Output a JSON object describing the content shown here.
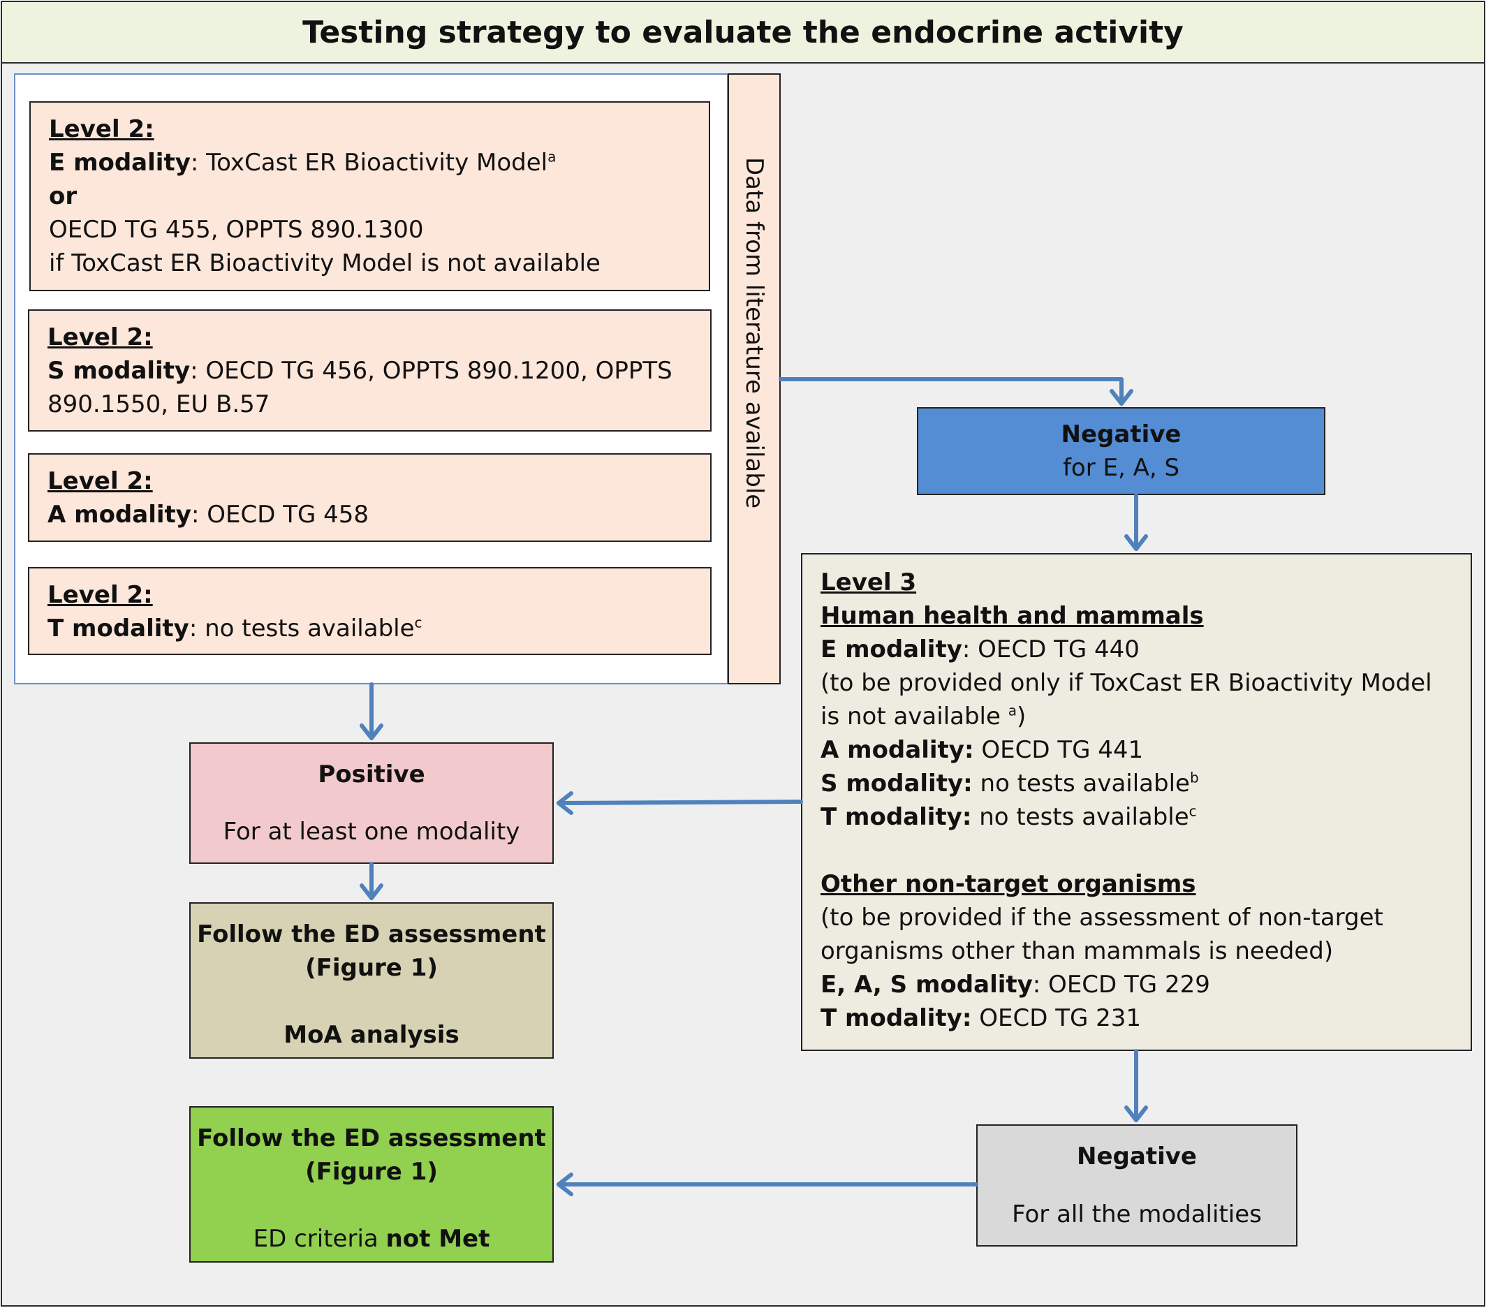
{
  "title": "Testing strategy to evaluate the endocrine activity",
  "level2_e": {
    "heading": "Level 2:",
    "modality_label": "E modality",
    "text": ": ToxCast ER Bioactivity Model",
    "sup": "a",
    "or": "or",
    "line3": "OECD TG 455, OPPTS 890.1300",
    "line4": "if ToxCast ER Bioactivity Model is not available"
  },
  "level2_s": {
    "heading": "Level 2:",
    "modality_label": "S modality",
    "text": ": OECD TG 456, OPPTS 890.1200, OPPTS 890.1550, EU B.57"
  },
  "level2_a": {
    "heading": "Level 2:",
    "modality_label": "A modality",
    "text": ": OECD TG 458"
  },
  "level2_t": {
    "heading": "Level 2:",
    "modality_label": "T modality",
    "text": ": no tests available",
    "sup": "c"
  },
  "literature_label": "Data from literature available",
  "negative1": {
    "title": "Negative",
    "subtitle": "for E, A, S"
  },
  "level3": {
    "heading": "Level 3",
    "hh_heading": "Human health and mammals",
    "e_label": "E modality",
    "e_text": ": OECD TG 440",
    "e_note": "(to be provided only if ToxCast ER Bioactivity Model is not available",
    "e_note_sup": "a",
    "e_note_end": ")",
    "a_label": "A modality:",
    "a_text": " OECD TG 441",
    "s_label": "S modality:",
    "s_text": " no tests available",
    "s_sup": "b",
    "t_label": "T modality:",
    "t_text": " no tests available",
    "t_sup": "c",
    "other_heading": "Other non-target organisms",
    "other_note": "(to be provided if the assessment of non-target organisms other than mammals is needed)",
    "eas_label": "E, A, S modality",
    "eas_text": ": OECD TG 229",
    "t2_label": "T modality:",
    "t2_text": " OECD TG 231"
  },
  "positive": {
    "title": "Positive",
    "subtitle": "For at least one modality"
  },
  "moa_box": {
    "line1": "Follow the ED assessment",
    "line2": "(Figure 1)",
    "line3": "MoA analysis"
  },
  "ed_box": {
    "line1": "Follow the ED assessment",
    "line2": "(Figure 1)",
    "line3a": "ED criteria ",
    "line3b": "not Met"
  },
  "negative2": {
    "title": "Negative",
    "subtitle": "For all the modalities"
  },
  "colors": {
    "title_bg": "#eef3df",
    "peach": "#fde6da",
    "negative_blue": "#548dd4",
    "level3_bg": "#eeebe0",
    "positive_pink": "#f2c9cc",
    "moa_khaki": "#d6d2b3",
    "ed_green": "#92d050",
    "negative_grey": "#d9d9d9",
    "arrow_blue": "#4f81bd"
  }
}
